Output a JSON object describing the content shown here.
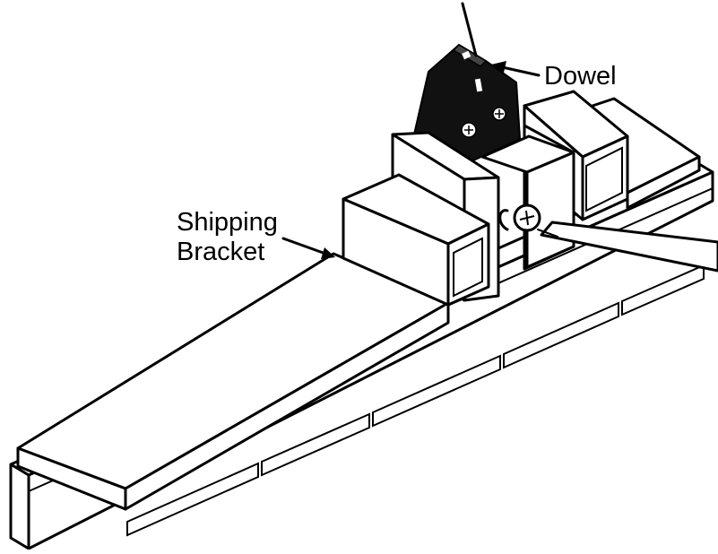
{
  "labels": {
    "dowel": "Dowel",
    "shipping_bracket_line1": "Shipping",
    "shipping_bracket_line2": "Bracket"
  }
}
